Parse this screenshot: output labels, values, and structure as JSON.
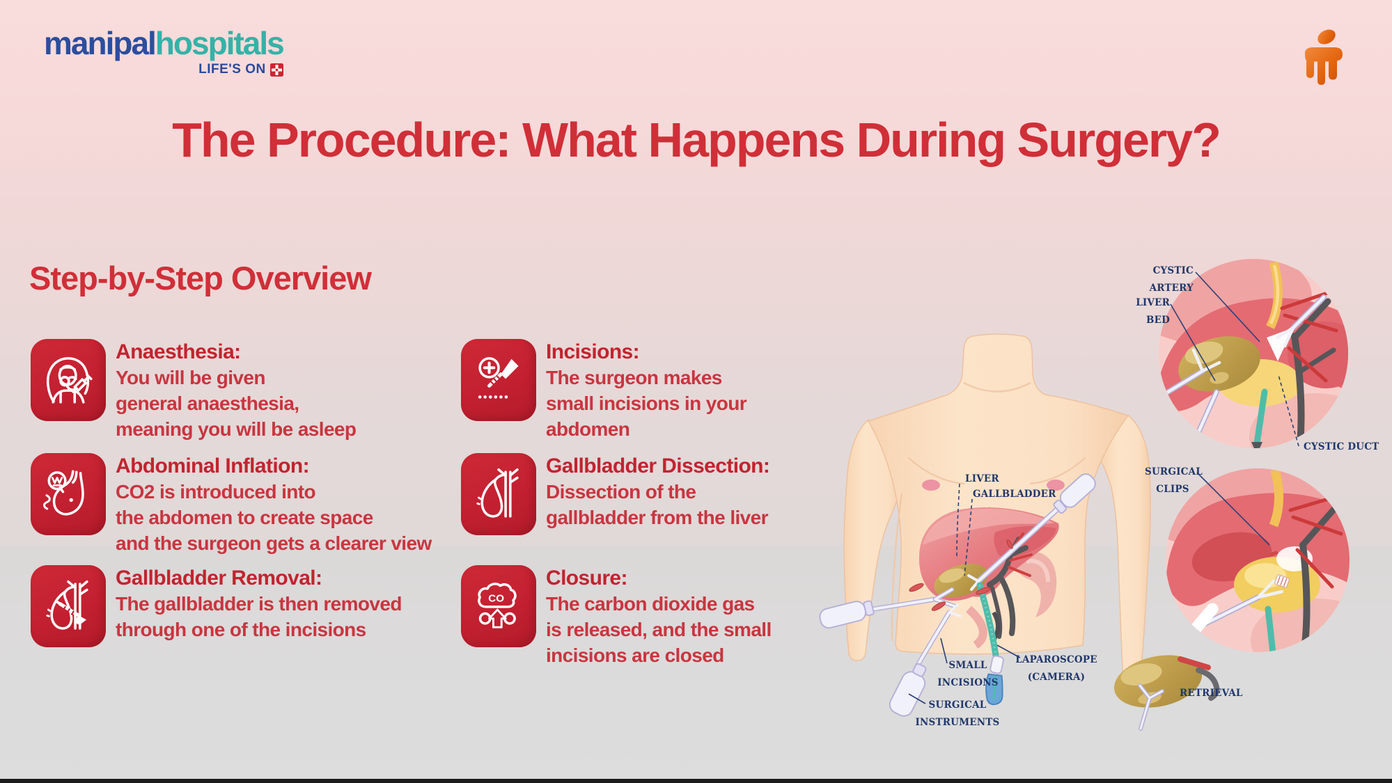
{
  "brand": {
    "logo_part1": "manipal",
    "logo_part2": "hospitals",
    "tagline": "LIFE'S ON",
    "logo_blue": "#2b4e9e",
    "logo_teal": "#35b2a7",
    "mark_orange": "#e4660f"
  },
  "header": {
    "title": "The Procedure: What Happens During Surgery?"
  },
  "overview": {
    "heading": "Step-by-Step Overview"
  },
  "steps": [
    {
      "icon": "anaesthesia-icon",
      "title": "Anaesthesia:",
      "lines": [
        "You will be given",
        "general anaesthesia,",
        "meaning you will be asleep"
      ]
    },
    {
      "icon": "incisions-icon",
      "title": "Incisions:",
      "lines": [
        "The surgeon makes",
        "small incisions in your",
        "abdomen"
      ]
    },
    {
      "icon": "abdominal-inflation-icon",
      "title": "Abdominal Inflation:",
      "lines": [
        "CO2 is introduced into",
        "the abdomen to create space",
        "and the surgeon gets a clearer view"
      ]
    },
    {
      "icon": "gallbladder-dissection-icon",
      "title": "Gallbladder Dissection:",
      "lines": [
        "Dissection of the",
        "gallbladder from the liver"
      ]
    },
    {
      "icon": "gallbladder-removal-icon",
      "title": "Gallbladder Removal:",
      "lines": [
        "The gallbladder is then removed",
        "through one of the incisions"
      ]
    },
    {
      "icon": "closure-icon",
      "title": "Closure:",
      "icon_text": "CO",
      "lines": [
        "The carbon dioxide gas",
        "is released, and the small",
        "incisions are closed"
      ]
    }
  ],
  "illustration": {
    "labels": {
      "liver": "LIVER",
      "gallbladder": "GALLBLADDER",
      "small_incisions": "SMALL INCISIONS",
      "laparoscope": "LAPAROSCOPE (CAMERA)",
      "surgical_instruments": "SURGICAL INSTRUMENTS",
      "cystic_artery": "CYSTIC ARTERY",
      "liver_bed": "LIVER BED",
      "cystic_duct": "CYSTIC DUCT",
      "surgical_clips": "SURGICAL CLIPS",
      "retrieval": "RETRIEVAL"
    },
    "label_color": "#21386b"
  },
  "colors": {
    "accent_red": "#c32031",
    "title_red": "#d02f38",
    "background_top": "#f8dada",
    "background_bottom": "#dcdcdc",
    "skin": "#fbe0c4",
    "teal_scope": "#4fbcab",
    "gallbladder_olive": "#c9a84f"
  }
}
